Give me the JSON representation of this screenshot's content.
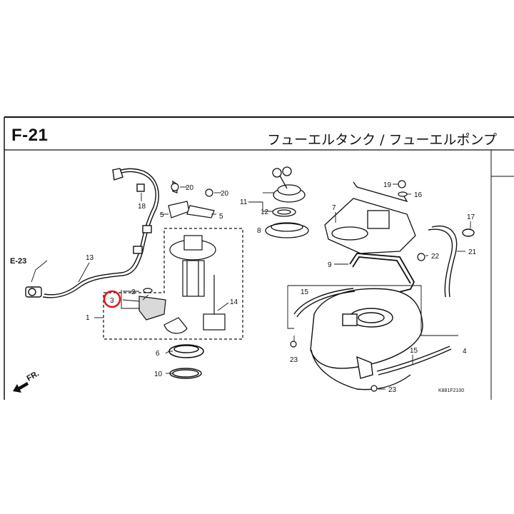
{
  "header": {
    "code": "F-21",
    "title": "フューエルタンク / フューエルポンプ"
  },
  "refs": {
    "e23": "E-23",
    "fr": "FR.",
    "drawing_code": "K881F2100"
  },
  "part_numbers": {
    "p1": "1",
    "p2": "2",
    "p3": "3",
    "p4": "4",
    "p5a": "5",
    "p5b": "5",
    "p6": "6",
    "p7": "7",
    "p8": "8",
    "p9": "9",
    "p10": "10",
    "p11": "11",
    "p12": "12",
    "p13": "13",
    "p14": "14",
    "p15a": "15",
    "p15b": "15",
    "p16": "16",
    "p17": "17",
    "p18": "18",
    "p19": "19",
    "p20a": "20",
    "p20b": "20",
    "p21": "21",
    "p22": "22",
    "p23a": "23",
    "p23b": "23"
  },
  "highlight": {
    "part": "3",
    "color": "#e0161c"
  },
  "colors": {
    "line": "#111111",
    "part_fill": "#d9d9d9"
  }
}
